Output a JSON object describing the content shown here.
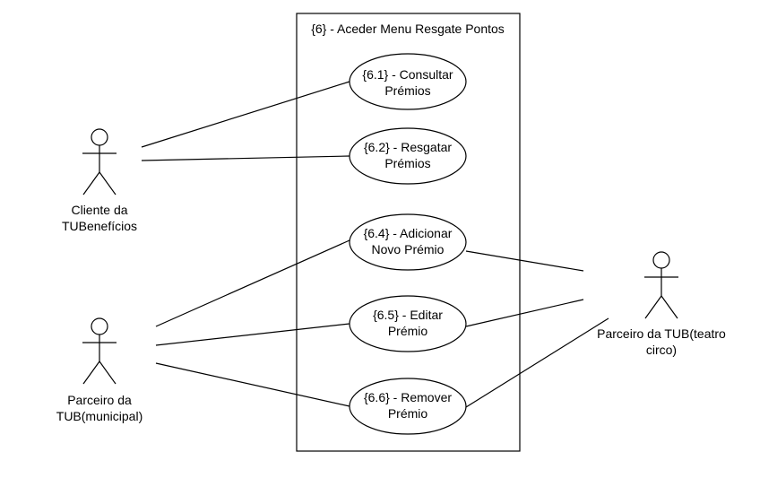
{
  "system": {
    "title": "{6} - Aceder Menu Resgate Pontos"
  },
  "use_cases": [
    {
      "id": "uc61",
      "lines": [
        "{6.1} - Consultar",
        "Prémios"
      ]
    },
    {
      "id": "uc62",
      "lines": [
        "{6.2} - Resgatar",
        "Prémios"
      ]
    },
    {
      "id": "uc64",
      "lines": [
        "{6.4} - Adicionar",
        "Novo Prémio"
      ]
    },
    {
      "id": "uc65",
      "lines": [
        "{6.5} - Editar",
        "Prémio"
      ]
    },
    {
      "id": "uc66",
      "lines": [
        "{6.6} - Remover",
        "Prémio"
      ]
    }
  ],
  "actors": [
    {
      "id": "cliente",
      "lines": [
        "Cliente da",
        "TUBenefícios"
      ]
    },
    {
      "id": "municipal",
      "lines": [
        "Parceiro da",
        "TUB(municipal)"
      ]
    },
    {
      "id": "teatro",
      "lines": [
        "Parceiro da TUB(teatro",
        "circo)"
      ]
    }
  ],
  "colors": {
    "stroke": "#000000",
    "background": "#ffffff"
  }
}
